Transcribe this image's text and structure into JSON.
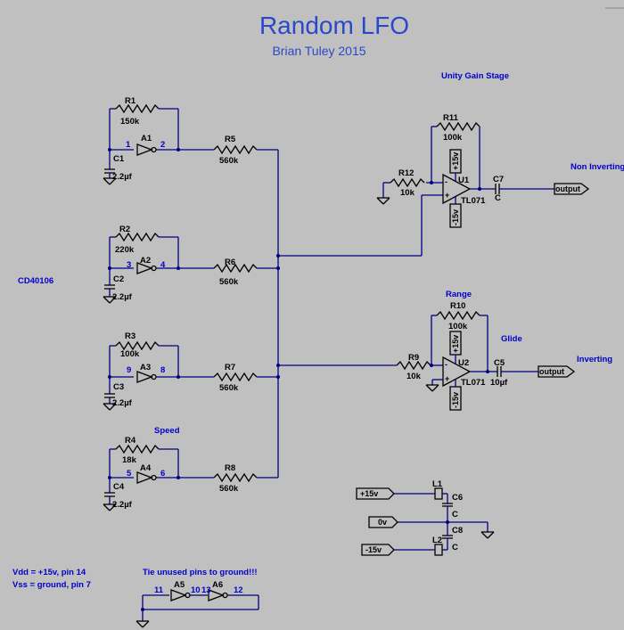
{
  "title": "Random LFO",
  "subtitle": "Brian Tuley 2015",
  "notes": {
    "unity_gain": "Unity Gain Stage",
    "non_inverting": "Non Inverting",
    "inverting": "Inverting",
    "range": "Range",
    "glide": "Glide",
    "speed": "Speed",
    "chip": "CD40106",
    "vdd": "Vdd = +15v, pin 14",
    "vss": "Vss = ground, pin 7",
    "tie_unused": "Tie unused pins to ground!!!"
  },
  "inverters": [
    {
      "ref": "A1",
      "in": "1",
      "out": "2"
    },
    {
      "ref": "A2",
      "in": "3",
      "out": "4"
    },
    {
      "ref": "A3",
      "in": "9",
      "out": "8"
    },
    {
      "ref": "A4",
      "in": "5",
      "out": "6"
    },
    {
      "ref": "A5",
      "in": "11",
      "out": "10"
    },
    {
      "ref": "A6",
      "in": "13",
      "out": "12"
    }
  ],
  "resistors": [
    {
      "ref": "R1",
      "value": "150k"
    },
    {
      "ref": "R2",
      "value": "220k"
    },
    {
      "ref": "R3",
      "value": "100k"
    },
    {
      "ref": "R4",
      "value": "18k"
    },
    {
      "ref": "R5",
      "value": "560k"
    },
    {
      "ref": "R6",
      "value": "560k"
    },
    {
      "ref": "R7",
      "value": "560k"
    },
    {
      "ref": "R8",
      "value": "560k"
    },
    {
      "ref": "R9",
      "value": "10k"
    },
    {
      "ref": "R10",
      "value": "100k"
    },
    {
      "ref": "R11",
      "value": "100k"
    },
    {
      "ref": "R12",
      "value": "10k"
    }
  ],
  "capacitors": [
    {
      "ref": "C1",
      "value": "2.2µf"
    },
    {
      "ref": "C2",
      "value": "2.2µf"
    },
    {
      "ref": "C3",
      "value": "2.2µf"
    },
    {
      "ref": "C4",
      "value": "2.2µf"
    },
    {
      "ref": "C5",
      "value": "10µf"
    },
    {
      "ref": "C6",
      "value": "C"
    },
    {
      "ref": "C7",
      "value": "C"
    },
    {
      "ref": "C8",
      "value": "C"
    }
  ],
  "opamps": [
    {
      "ref": "U1",
      "model": "TL071",
      "vplus": "+15v",
      "vminus": "-15v"
    },
    {
      "ref": "U2",
      "model": "TL071",
      "vplus": "+15v",
      "vminus": "-15v"
    }
  ],
  "inductors": [
    {
      "ref": "L1"
    },
    {
      "ref": "L2"
    }
  ],
  "ports": {
    "out1": "output",
    "out2": "output",
    "p15": "+15v",
    "zero": "0v",
    "m15": "-15v"
  }
}
